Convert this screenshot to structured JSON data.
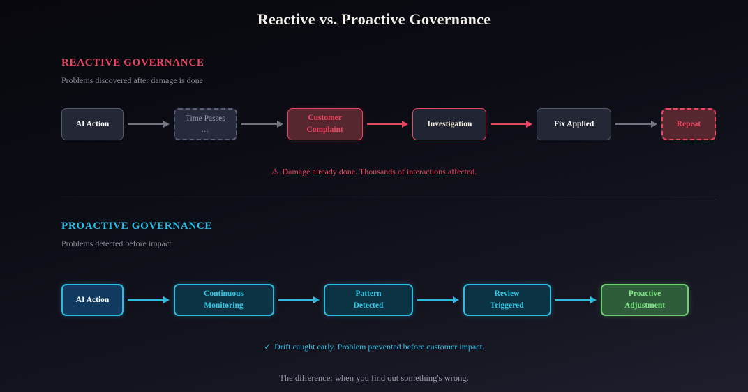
{
  "title": "Reactive vs. Proactive Governance",
  "footer": "The difference: when you find out something's wrong.",
  "colors": {
    "reactive_accent": "#e94560",
    "proactive_accent": "#2bbde0",
    "success_accent": "#6fcf73",
    "background_top": "#07070d",
    "background_bottom": "#1e1e2d"
  },
  "reactive": {
    "heading": "REACTIVE GOVERNANCE",
    "subtitle": "Problems discovered after damage is done",
    "warning_icon": "⚠",
    "warning_text": "Damage already done. Thousands of interactions affected.",
    "nodes": [
      {
        "label": "AI Action"
      },
      {
        "label": "Time Passes",
        "ellipsis": "..."
      },
      {
        "line1": "Customer",
        "line2": "Complaint"
      },
      {
        "label": "Investigation"
      },
      {
        "label": "Fix Applied"
      },
      {
        "label": "Repeat"
      }
    ]
  },
  "proactive": {
    "heading": "PROACTIVE GOVERNANCE",
    "subtitle": "Problems detected before impact",
    "check_icon": "✓",
    "check_text": "Drift caught early. Problem prevented before customer impact.",
    "nodes": [
      {
        "label": "AI Action"
      },
      {
        "line1": "Continuous",
        "line2": "Monitoring"
      },
      {
        "line1": "Pattern",
        "line2": "Detected"
      },
      {
        "line1": "Review",
        "line2": "Triggered"
      },
      {
        "line1": "Proactive",
        "line2": "Adjustment"
      }
    ]
  }
}
